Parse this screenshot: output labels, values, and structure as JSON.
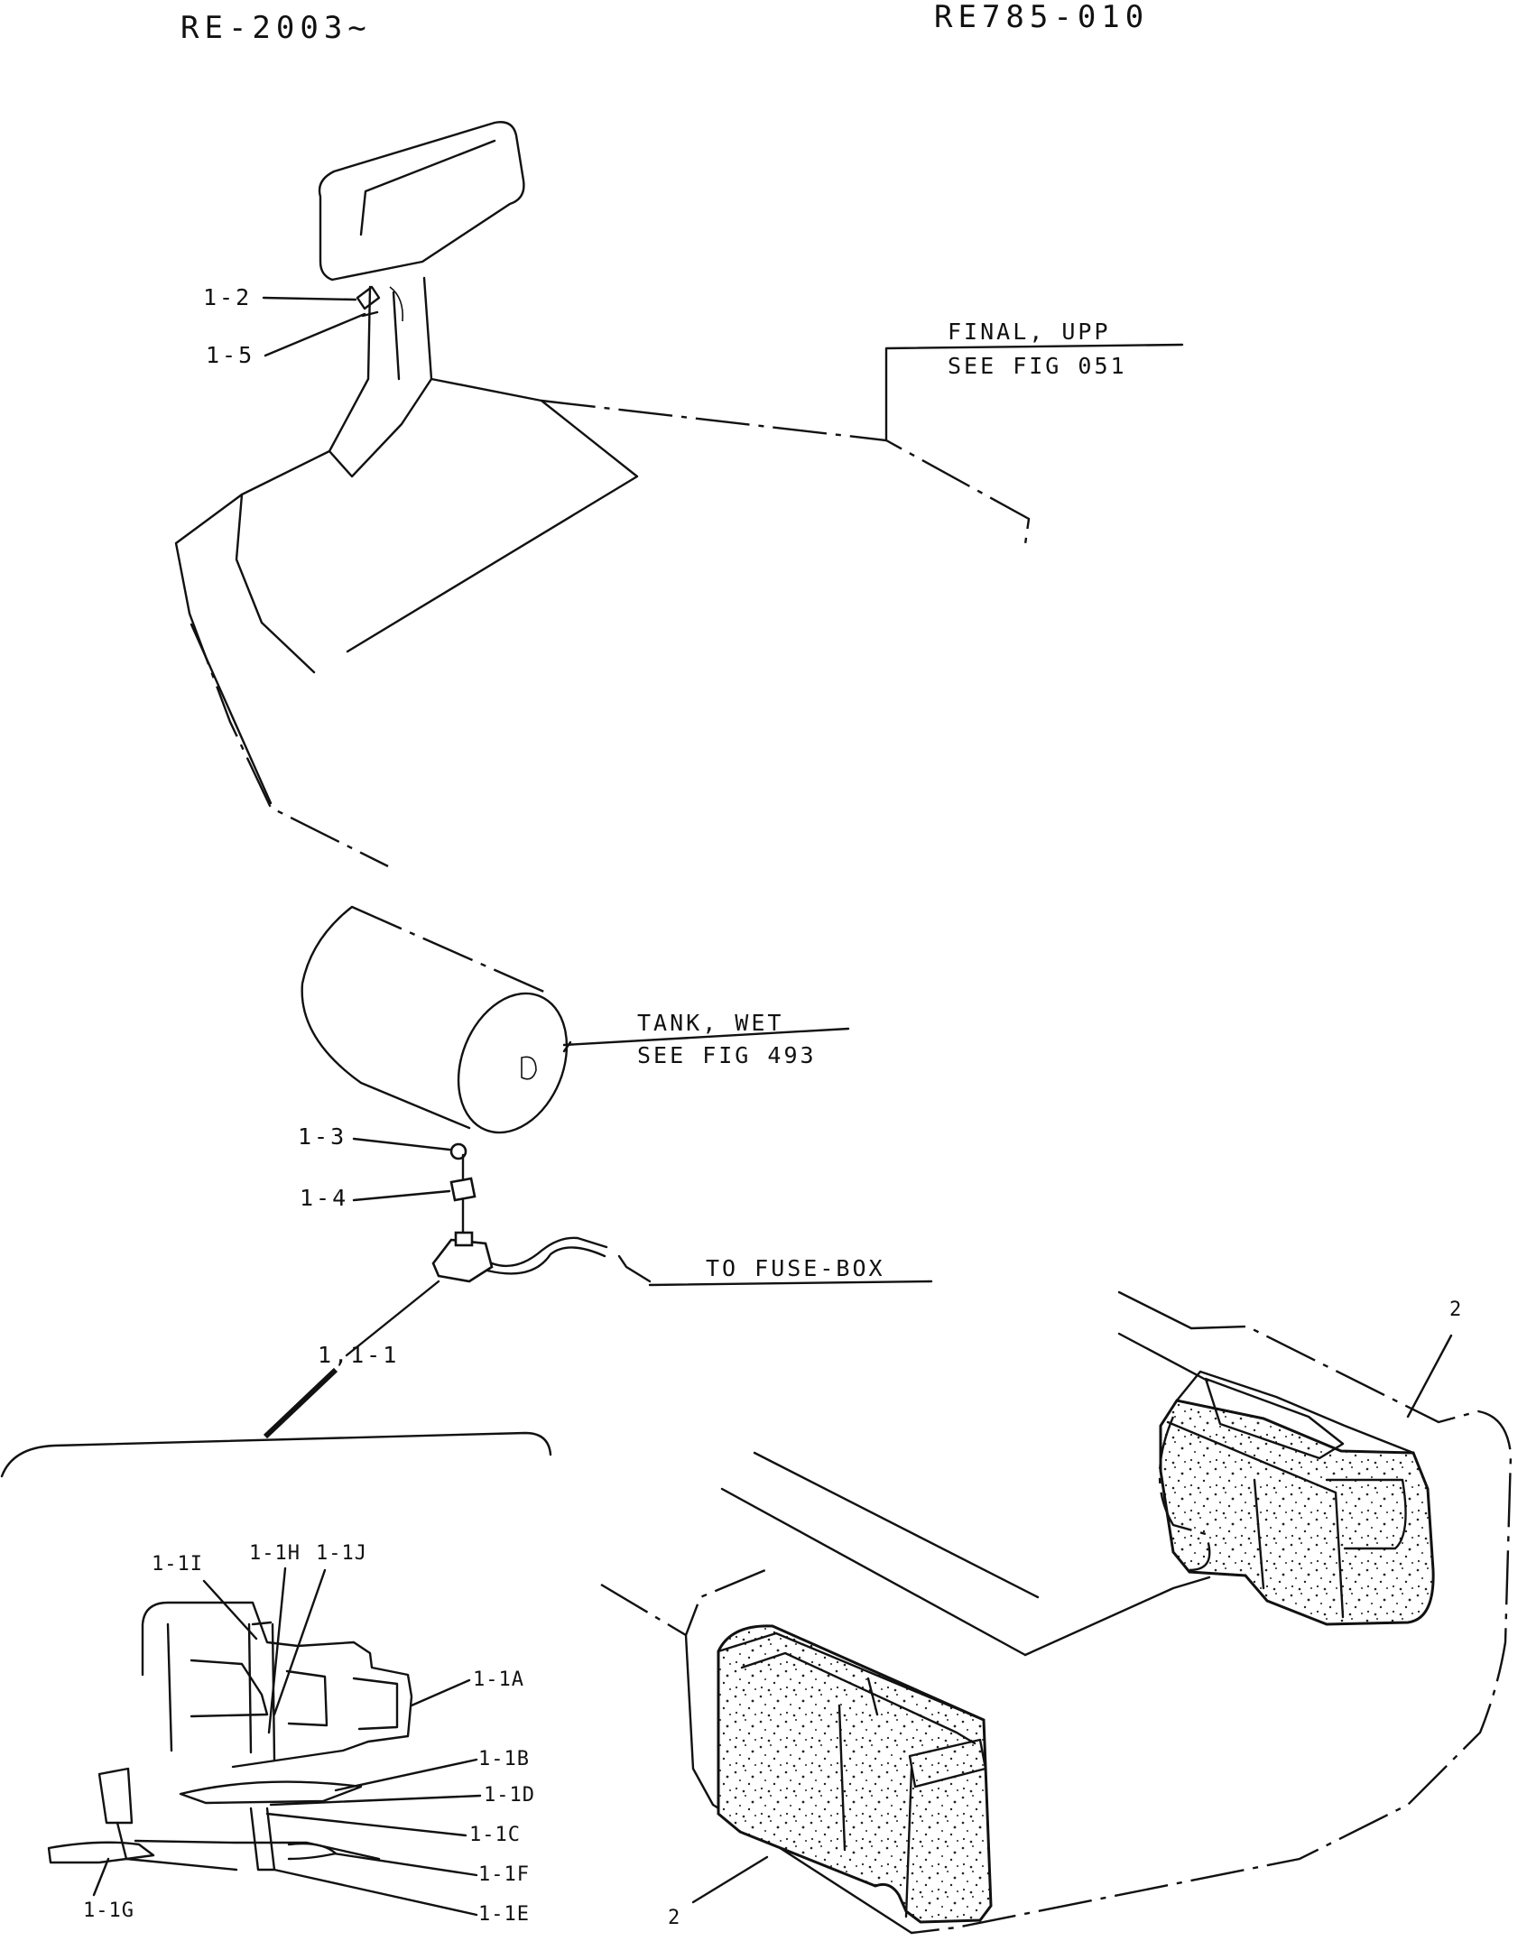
{
  "header": {
    "serial_range": "RE-2003~",
    "figure_code": "RE785-010"
  },
  "references": {
    "final_upp": {
      "name": "FINAL, UPP",
      "see": "SEE FIG 051"
    },
    "tank_wet": {
      "name": "TANK, WET",
      "see": "SEE FIG 493"
    },
    "fuse_box": {
      "name": "TO FUSE-BOX"
    }
  },
  "callouts": {
    "c1_2": "1-2",
    "c1_5": "1-5",
    "c1_3": "1-3",
    "c1_4": "1-4",
    "c1_1_1": "1,1-1",
    "c1_1I": "1-1I",
    "c1_1H": "1-1H",
    "c1_1J": "1-1J",
    "c1_1A": "1-1A",
    "c1_1B": "1-1B",
    "c1_1D": "1-1D",
    "c1_1C": "1-1C",
    "c1_1F": "1-1F",
    "c1_1E": "1-1E",
    "c1_1G": "1-1G",
    "c2_top": "2",
    "c2_bottom": "2"
  }
}
